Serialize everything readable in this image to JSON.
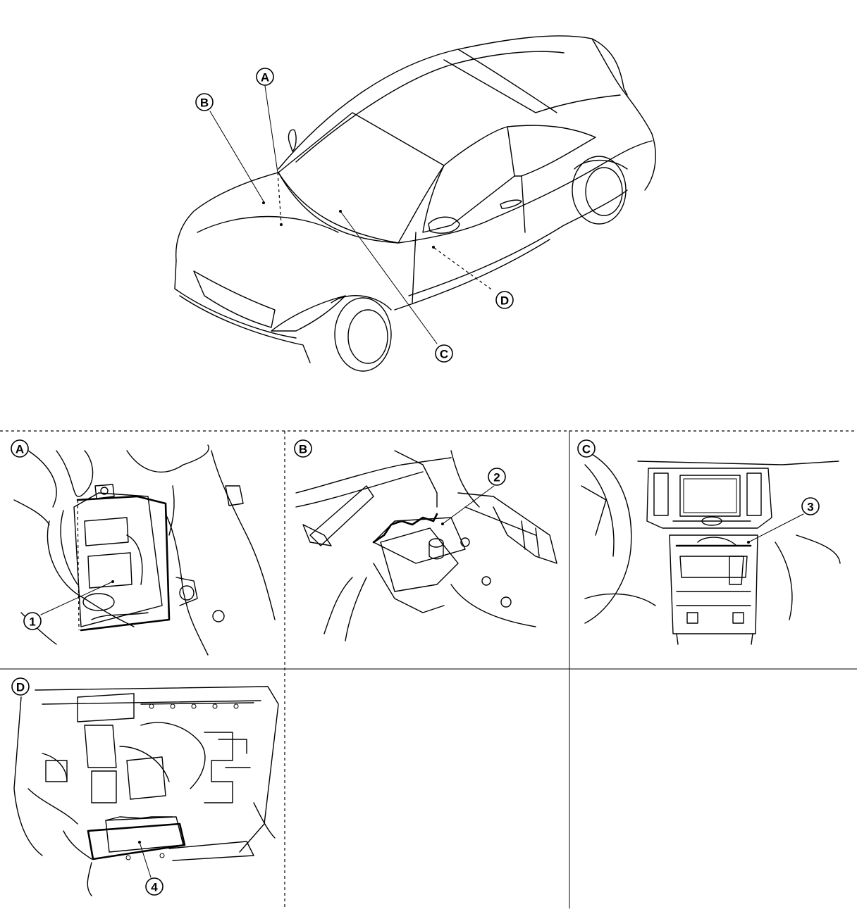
{
  "overview": {
    "callouts": [
      {
        "id": "A",
        "label": "A"
      },
      {
        "id": "B",
        "label": "B"
      },
      {
        "id": "C",
        "label": "C"
      },
      {
        "id": "D",
        "label": "D"
      }
    ]
  },
  "panels": [
    {
      "id": "A",
      "label": "A",
      "component_number": "1"
    },
    {
      "id": "B",
      "label": "B",
      "component_number": "2"
    },
    {
      "id": "C",
      "label": "C",
      "component_number": "3"
    },
    {
      "id": "D",
      "label": "D",
      "component_number": "4"
    }
  ]
}
